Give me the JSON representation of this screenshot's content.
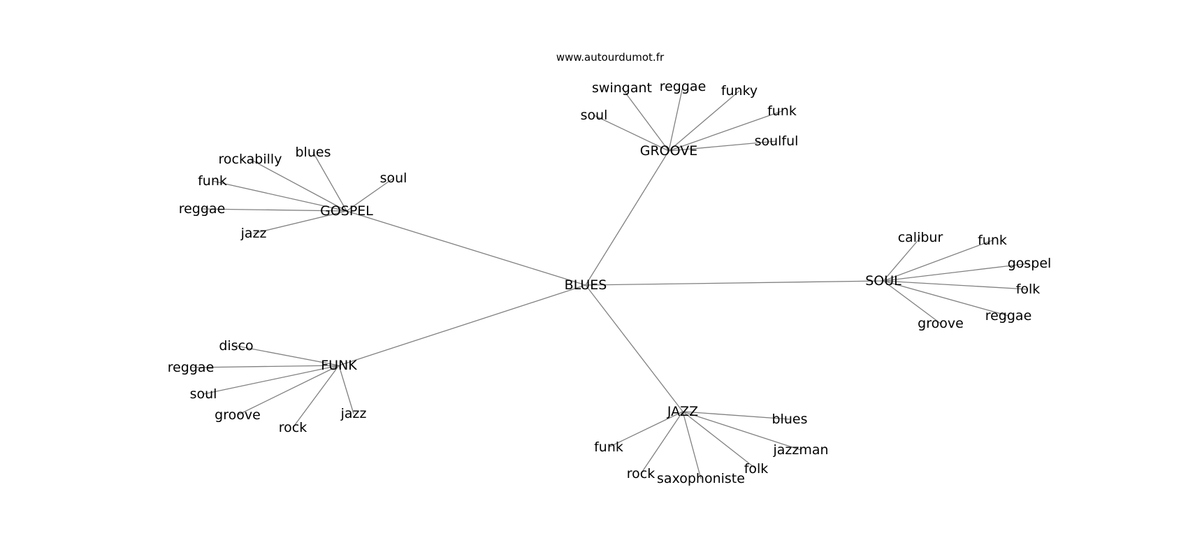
{
  "watermark": "www.autourdumot.fr",
  "center": "BLUES",
  "hubs": [
    {
      "id": "groove",
      "label": "GROOVE",
      "leaves": [
        "swingant",
        "reggae",
        "funky",
        "soul",
        "funk",
        "soulful"
      ]
    },
    {
      "id": "gospel",
      "label": "GOSPEL",
      "leaves": [
        "rockabilly",
        "blues",
        "soul",
        "funk",
        "reggae",
        "jazz"
      ]
    },
    {
      "id": "soul",
      "label": "SOUL",
      "leaves": [
        "calibur",
        "funk",
        "gospel",
        "folk",
        "reggae",
        "groove"
      ]
    },
    {
      "id": "funk",
      "label": "FUNK",
      "leaves": [
        "disco",
        "reggae",
        "soul",
        "groove",
        "rock",
        "jazz"
      ]
    },
    {
      "id": "jazz",
      "label": "JAZZ",
      "leaves": [
        "blues",
        "jazzman",
        "funk",
        "rock",
        "saxophoniste",
        "folk"
      ]
    }
  ]
}
